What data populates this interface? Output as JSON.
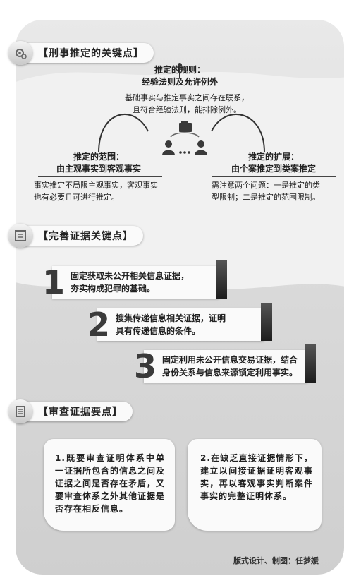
{
  "section1": {
    "title": "【刑事推定的关键点】",
    "rule_title_line1": "推定的规则：",
    "rule_title_line2": "经验法则及允许例外",
    "rule_desc_line1": "基础事实与推定事实之间存在联系，",
    "rule_desc_line2": "且符合经验法则，能排除例外。",
    "scope_title_line1": "推定的范围：",
    "scope_title_line2": "由主观事实到客观事实",
    "scope_desc_line1": "事实推定不局限主观事实，客观事实",
    "scope_desc_line2": "也有必要且可进行推定。",
    "expand_title_line1": "推定的扩展：",
    "expand_title_line2": "由个案推定到类案推定",
    "expand_desc_line1": "需注意两个问题：一是推定的类",
    "expand_desc_line2": "型限制；二是推定的范围限制。"
  },
  "section2": {
    "title": "【完善证据关键点】",
    "steps": [
      {
        "num": "1",
        "line1": "固定获取未公开相关信息证据，",
        "line2": "夯实构成犯罪的基础。"
      },
      {
        "num": "2",
        "line1": "搜集传递信息相关证据，证明",
        "line2": "具有传递信息的条件。"
      },
      {
        "num": "3",
        "line1": "固定利用未公开信息交易证据，结合",
        "line2": "身份关系与信息来源锁定利用事实。"
      }
    ]
  },
  "section3": {
    "title": "【审查证据要点】",
    "box1": "1.既要审查证明体系中单一证据所包含的信息之间及证据之间是否存在矛盾，又要审查体系之外其他证据是否存在相反信息。",
    "box2": "2.在缺乏直接证据情形下，建立以间接证据证明客观事实，再以客观事实判断案件事实的完整证明体系。"
  },
  "credit": "版式设计、制图：任梦媛",
  "colors": {
    "card": "#dadada",
    "pill": "#fafafa",
    "dark": "#2a2a2a"
  }
}
